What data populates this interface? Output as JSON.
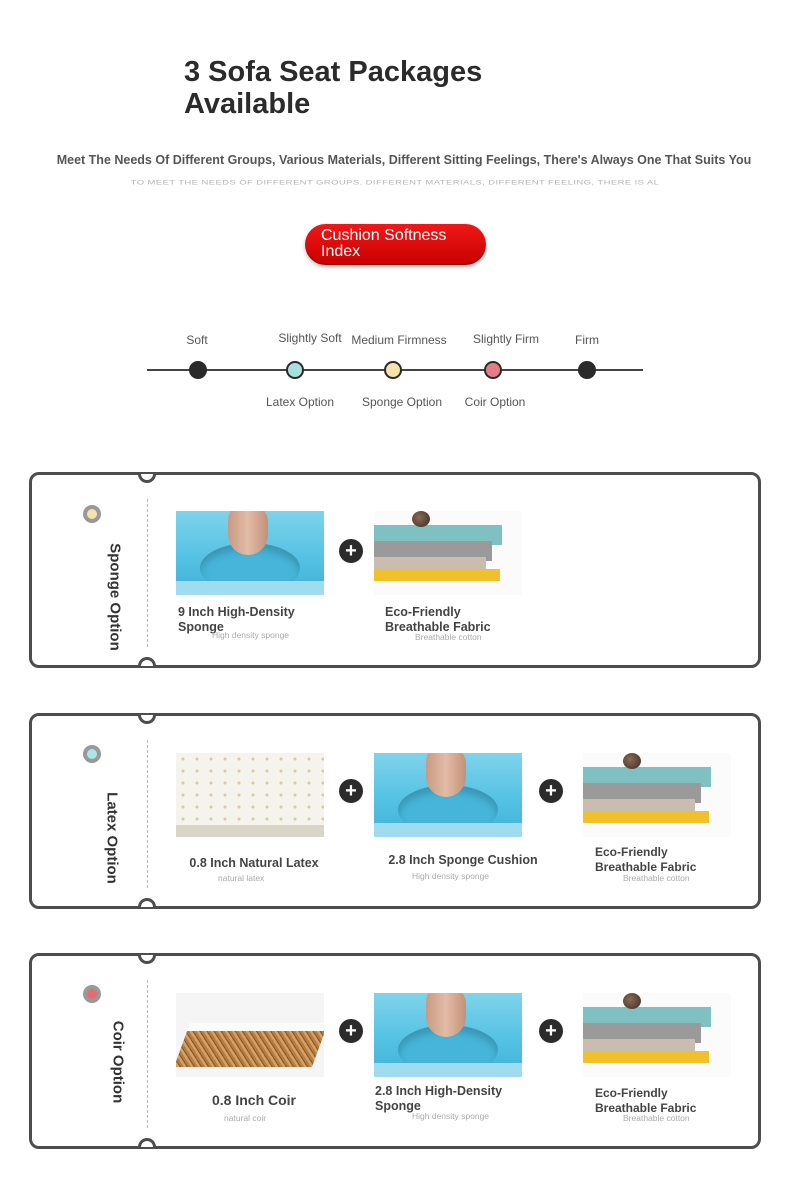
{
  "header": {
    "title": "3 Sofa Seat Packages Available",
    "subtitle": "Meet The Needs Of Different Groups, Various Materials, Different Sitting Feelings, There's Always One That Suits You",
    "ghost": "TO MEET THE NEEDS OF DIFFERENT GROUPS, DIFFERENT MATERIALS, DIFFERENT FEELING, THERE IS AL"
  },
  "index_badge": "Cushion Softness Index",
  "scale": {
    "points": [
      {
        "top_label": "Soft",
        "bottom_label": "",
        "color": "#2a2a2a"
      },
      {
        "top_label": "Slightly Soft",
        "bottom_label": "Latex Option",
        "color": "#a8e0e0"
      },
      {
        "top_label": "Medium Firmness",
        "bottom_label": "Sponge Option",
        "color": "#f7e2ad"
      },
      {
        "top_label": "Slightly Firm",
        "bottom_label": "Coir Option",
        "color": "#e47c86"
      },
      {
        "top_label": "Firm",
        "bottom_label": "",
        "color": "#2a2a2a"
      }
    ]
  },
  "options": [
    {
      "name": "Sponge Option",
      "dot_color": "#f7e2ad",
      "items": [
        {
          "caption": "9 Inch High-Density Sponge",
          "sub": "High density sponge"
        },
        {
          "caption": "Eco-Friendly Breathable Fabric",
          "sub": "Breathable cotton"
        }
      ]
    },
    {
      "name": "Latex Option",
      "dot_color": "#a8e8e8",
      "items": [
        {
          "caption": "0.8 Inch Natural Latex",
          "sub": "natural latex"
        },
        {
          "caption": "2.8 Inch Sponge Cushion",
          "sub": "High density sponge"
        },
        {
          "caption": "Eco-Friendly Breathable Fabric",
          "sub": "Breathable cotton"
        }
      ]
    },
    {
      "name": "Coir Option",
      "dot_color": "#e76a72",
      "items": [
        {
          "caption": "0.8 Inch Coir",
          "sub": "natural coir"
        },
        {
          "caption": "2.8 Inch High-Density Sponge",
          "sub": "High density sponge"
        },
        {
          "caption": "Eco-Friendly Breathable Fabric",
          "sub": "Breathable cotton"
        }
      ]
    }
  ]
}
